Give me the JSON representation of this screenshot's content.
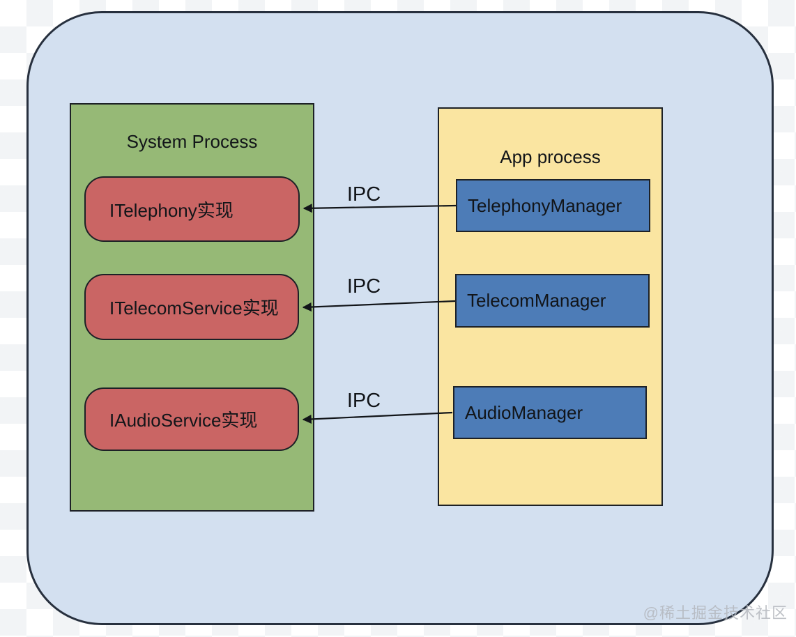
{
  "diagram": {
    "left_container": {
      "title": "System Process",
      "boxes": [
        {
          "label": "ITelephony实现"
        },
        {
          "label": "ITelecomService实现"
        },
        {
          "label": "IAudioService实现"
        }
      ]
    },
    "right_container": {
      "title": "App process",
      "boxes": [
        {
          "label": "TelephonyManager"
        },
        {
          "label": "TelecomManager"
        },
        {
          "label": "AudioManager"
        }
      ]
    },
    "connections": [
      {
        "label": "IPC",
        "from": "TelephonyManager",
        "to": "ITelephony实现"
      },
      {
        "label": "IPC",
        "from": "TelecomManager",
        "to": "ITelecomService实现"
      },
      {
        "label": "IPC",
        "from": "AudioManager",
        "to": "IAudioService实现"
      }
    ],
    "watermark": "@稀土掘金技术社区"
  },
  "colors": {
    "bg-blue": "#d3e0f0",
    "outer-border": "#27303e",
    "green": "#96b976",
    "red": "#ca6564",
    "yellow": "#fae5a1",
    "blue-box": "#4d7cb7",
    "inner-border": "#1d2126",
    "text": "#121519",
    "watermark": "#b4b8be"
  }
}
